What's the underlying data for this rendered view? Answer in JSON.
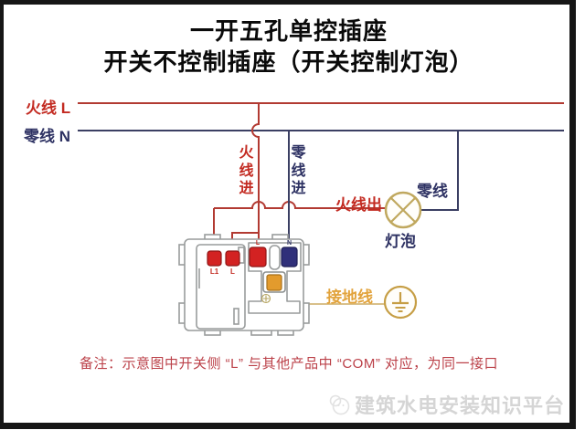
{
  "title": {
    "line1": "一开五孔单控插座",
    "line2": "开关不控制插座（开关控制灯泡）"
  },
  "wire_labels": {
    "live_left": "火线 L",
    "neutral_left": "零线 N",
    "live_in": "火线进",
    "neutral_in": "零线进",
    "live_out": "火线出",
    "neutral_right": "零线",
    "bulb": "灯泡",
    "earth": "接地线"
  },
  "device": {
    "switch_terminal_1": "L1",
    "switch_terminal_2": "L",
    "socket_live": "L",
    "socket_neutral": "N"
  },
  "note": "备注：示意图中开关侧 “L” 与其他产品中 “COM” 对应，为同一接口",
  "watermark": "建筑水电安装知识平台",
  "colors": {
    "live_wire": "#b23a32",
    "live_text": "#c32b22",
    "neutral_wire": "#3b3f63",
    "neutral_text": "#2e3263",
    "earth_wire": "#d9c08a",
    "earth_symbol": "#c69e45",
    "earth_text": "#e2a33c",
    "lamp_outline": "#c0a85e",
    "note_text": "#bb4048",
    "watermark_text": "#d5d5d5"
  }
}
